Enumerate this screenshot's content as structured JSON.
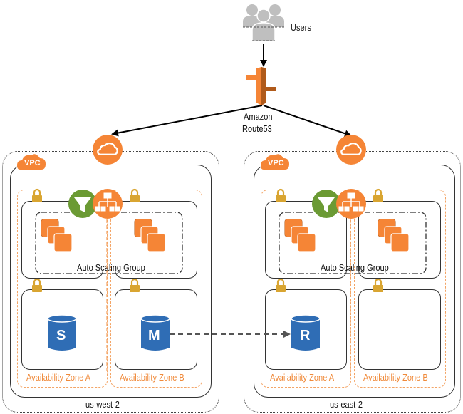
{
  "users": {
    "label": "Users"
  },
  "route53": {
    "line1": "Amazon",
    "line2": "Route53"
  },
  "regions": [
    {
      "name": "us-west-2",
      "vpc_label": "VPC",
      "asg_label": "Auto Scaling Group",
      "zones": [
        {
          "label": "Availability Zone A",
          "db": "S"
        },
        {
          "label": "Availability Zone B",
          "db": "M"
        }
      ]
    },
    {
      "name": "us-east-2",
      "vpc_label": "VPC",
      "asg_label": "Auto Scaling Group",
      "zones": [
        {
          "label": "Availability Zone A",
          "db": "R"
        },
        {
          "label": "Availability Zone B",
          "db": ""
        }
      ]
    }
  ],
  "colors": {
    "orange": "#f58536",
    "green": "#6b9a34",
    "db_blue": "#2f6db5",
    "lock": "#d9a531",
    "az_border": "#f3a465",
    "user_gray": "#bfbfbf"
  }
}
